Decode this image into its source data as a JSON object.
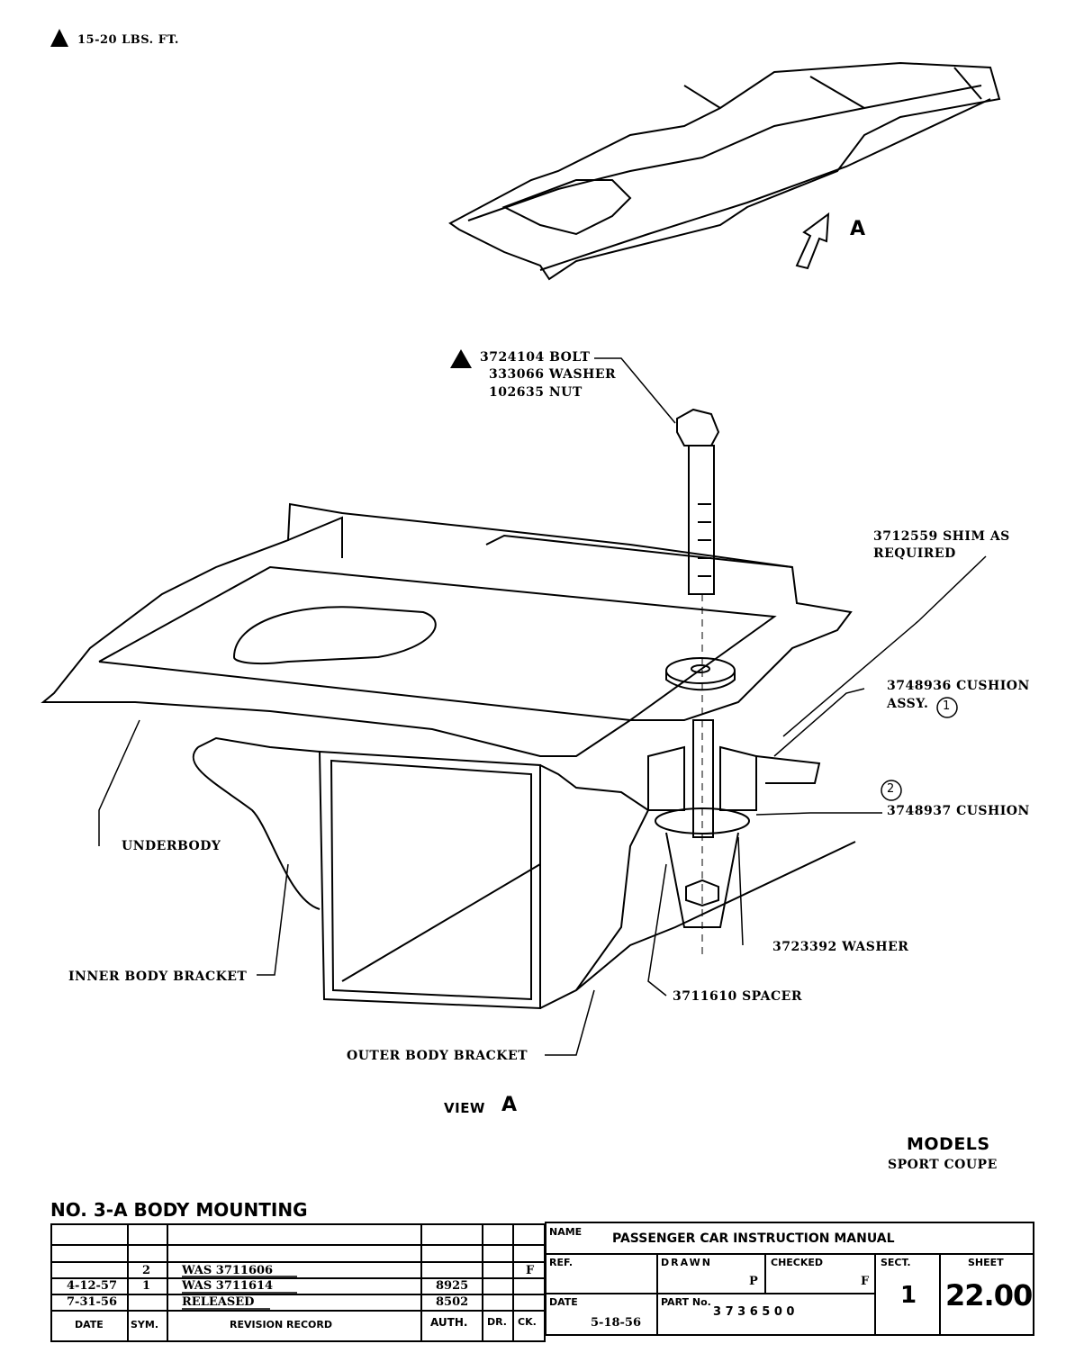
{
  "torque_note": "15-20 LBS. FT.",
  "view_marker": "A",
  "callouts": {
    "bolt": "3724104 BOLT",
    "washer_1": "333066 WASHER",
    "nut": "102635 NUT",
    "shim_line1": "3712559 SHIM AS",
    "shim_line2": "REQUIRED",
    "cushion_assy_line1": "3748936 CUSHION",
    "cushion_assy_line2": "ASSY.",
    "cushion_assy_num": "1",
    "cushion_num": "2",
    "cushion": "3748937 CUSHION",
    "washer_2": "3723392 WASHER",
    "spacer": "3711610 SPACER",
    "underbody": "UNDERBODY",
    "inner_bracket": "INNER BODY BRACKET",
    "outer_bracket": "OUTER BODY BRACKET"
  },
  "view_label": {
    "word": "VIEW",
    "letter": "A"
  },
  "models": {
    "heading": "MODELS",
    "value": "SPORT COUPE"
  },
  "title": "NO. 3-A BODY MOUNTING",
  "revision_table": {
    "rows": [
      {
        "date": "",
        "sym": "",
        "record": "",
        "auth": "",
        "dr": "",
        "ck": ""
      },
      {
        "date": "",
        "sym": "",
        "record": "",
        "auth": "",
        "dr": "",
        "ck": ""
      },
      {
        "date": "",
        "sym": "2",
        "record": "WAS 3711606",
        "auth": "",
        "dr": "",
        "ck": "F"
      },
      {
        "date": "4-12-57",
        "sym": "1",
        "record": "WAS 3711614",
        "auth": "8925",
        "dr": "",
        "ck": ""
      },
      {
        "date": "7-31-56",
        "sym": "",
        "record": "RELEASED",
        "auth": "8502",
        "dr": "",
        "ck": ""
      }
    ],
    "headers": {
      "date": "DATE",
      "sym": "SYM.",
      "record": "REVISION RECORD",
      "auth": "AUTH.",
      "dr": "DR.",
      "ck": "CK."
    }
  },
  "title_block": {
    "name_label": "NAME",
    "name_value": "PASSENGER CAR INSTRUCTION MANUAL",
    "ref_label": "REF.",
    "drawn_label": "DRAWN",
    "drawn_value": "P",
    "checked_label": "CHECKED",
    "checked_value": "F",
    "sect_label": "SECT.",
    "sect_value": "1",
    "sheet_label": "SHEET",
    "sheet_value": "22.00",
    "date_label": "DATE",
    "date_value": "5-18-56",
    "part_label": "PART No.",
    "part_value": "3 7 3 6 5 0 0"
  }
}
